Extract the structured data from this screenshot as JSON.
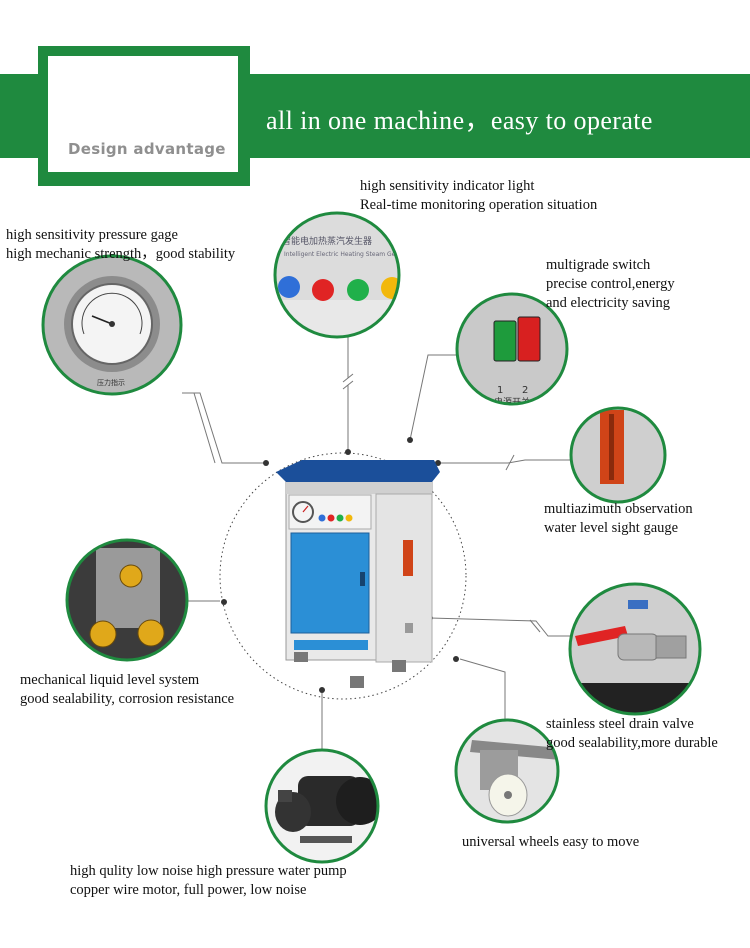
{
  "header": {
    "badge_text": "Design advantage",
    "headline": "all in one machine，easy to operate"
  },
  "features": {
    "indicator": {
      "line1": "high sensitivity indicator light",
      "line2": "Real-time monitoring operation situation"
    },
    "pressure": {
      "line1": "high sensitivity pressure gage",
      "line2": "high mechanic strength，good stability"
    },
    "switch": {
      "line1": "multigrade switch",
      "line2": "precise control,energy",
      "line3": "and electricity saving"
    },
    "sight": {
      "line1": "multiazimuth observation",
      "line2": "water level sight gauge"
    },
    "level": {
      "line1": "mechanical liquid level system",
      "line2": "good sealability, corrosion resistance"
    },
    "drain": {
      "line1": "stainless steel drain valve",
      "line2": "good sealability,more durable"
    },
    "wheels": {
      "line1": "universal wheels easy to move"
    },
    "pump": {
      "line1": "high qulity low noise high pressure water pump",
      "line2": "copper wire motor, full power, low noise"
    }
  },
  "photo_text": {
    "switch_num_1": "1",
    "switch_num_2": "2",
    "switch_caption": "电源开关",
    "panel_title": "智能电加热蒸汽发生器",
    "panel_subtitle": "Intelligent Electric Heating Steam Generator",
    "gauge_caption": "压力指示"
  },
  "colors": {
    "brand_green": "#1f8a3f",
    "machine_blue": "#2b8fd6",
    "machine_top": "#1b4f9a",
    "lamp_blue": "#2f6fd8",
    "lamp_red": "#e02424",
    "lamp_green": "#20b04a",
    "lamp_yellow": "#f2b80c"
  }
}
